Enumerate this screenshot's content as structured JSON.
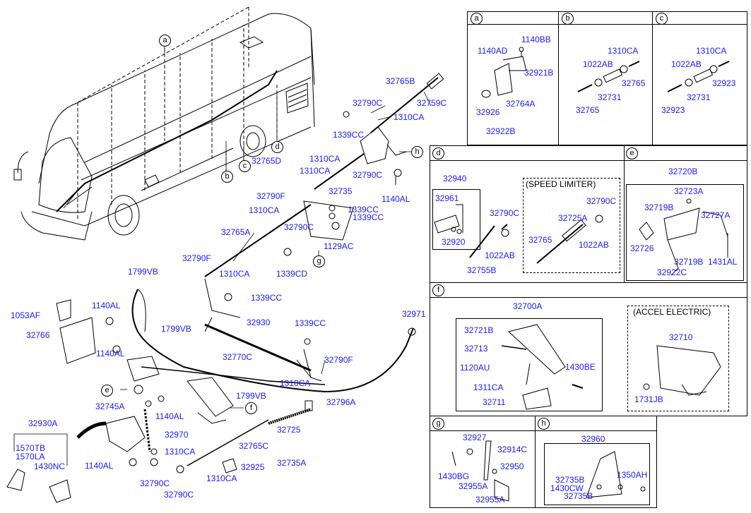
{
  "panels": {
    "a": {
      "letter": "a",
      "parts": [
        "1140BB",
        "1140AD",
        "32921B",
        "32764A",
        "32926",
        "32922B"
      ]
    },
    "b": {
      "letter": "b",
      "parts": [
        "1310CA",
        "1022AB",
        "32765",
        "32731",
        "32765"
      ]
    },
    "c": {
      "letter": "c",
      "parts": [
        "1310CA",
        "1022AB",
        "32923",
        "32731",
        "32923"
      ]
    },
    "d": {
      "letter": "d",
      "parts": [
        "32940",
        "32961",
        "32790C",
        "32920",
        "1022AB",
        "32755B"
      ],
      "speed_limiter_title": "(SPEED LIMITER)",
      "speed_limiter_parts": [
        "32790C",
        "32725A",
        "32765",
        "1022AB"
      ]
    },
    "e": {
      "letter": "e",
      "parts": [
        "32720B",
        "32723A",
        "32719B",
        "32727A",
        "32726",
        "32719B",
        "1431AL",
        "32922C"
      ]
    },
    "f": {
      "letter": "f",
      "parts": [
        "32700A",
        "32721B",
        "32713",
        "1430BE",
        "1120AU",
        "1311CA",
        "32711"
      ],
      "accel_title": "(ACCEL ELECTRIC)",
      "accel_parts": [
        "32710",
        "1731JB"
      ]
    },
    "g": {
      "letter": "g",
      "parts": [
        "32927",
        "32914C",
        "32950",
        "1430BG",
        "32955A",
        "32955A"
      ]
    },
    "h": {
      "letter": "h",
      "parts": [
        "32960",
        "1350AH",
        "32735B",
        "1430CW",
        "32735B"
      ]
    }
  },
  "main_labels": [
    "32765B",
    "32790C",
    "32759C",
    "1310CA",
    "1339CC",
    "1310CA",
    "1310CA",
    "32790C",
    "32735",
    "1140AL",
    "32790F",
    "1310CA",
    "1339CC",
    "1339CC",
    "32790C",
    "1129AC",
    "1339CD",
    "32765A",
    "32790F",
    "1310CA",
    "1339CC",
    "1799VB",
    "1140AL",
    "1799VB",
    "1053AF",
    "32766",
    "1140AL",
    "32930",
    "1339CC",
    "32971",
    "32770C",
    "32790F",
    "1310CA",
    "1799VB",
    "32745A",
    "1140AL",
    "32796A",
    "32930A",
    "32970",
    "32725",
    "1570TB",
    "1570LA",
    "1430NC",
    "32765C",
    "1310CA",
    "1140AL",
    "32735A",
    "32925",
    "32790C",
    "1310CA",
    "32790C",
    "32765D"
  ],
  "bus_callouts": [
    "a",
    "b",
    "c",
    "d"
  ],
  "main_callouts": [
    "h",
    "g",
    "e",
    "f"
  ]
}
